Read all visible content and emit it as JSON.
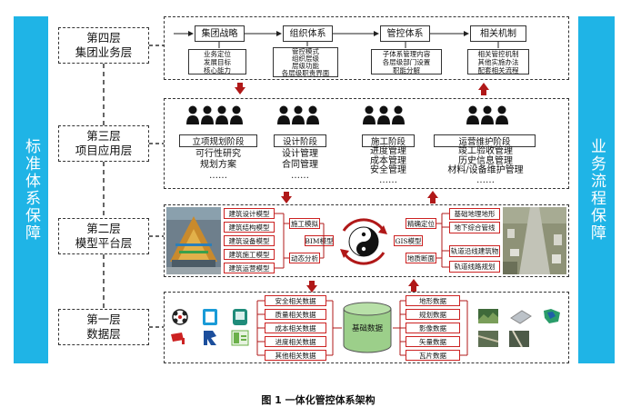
{
  "side_left": "标准体系保障",
  "side_right": "业务流程保障",
  "layers": {
    "l4": [
      "第四层",
      "集团业务层"
    ],
    "l3": [
      "第三层",
      "项目应用层"
    ],
    "l2": [
      "第二层",
      "模型平台层"
    ],
    "l1": [
      "第一层",
      "数据层"
    ]
  },
  "l4_boxes": [
    {
      "title": "集团战略",
      "items": [
        "业务定位",
        "发展目标",
        "核心能力"
      ]
    },
    {
      "title": "组织体系",
      "items": [
        "管控模式",
        "组织层级",
        "层级功能",
        "各层级职责界面"
      ]
    },
    {
      "title": "管控体系",
      "items": [
        "子体系管理内容",
        "各层级部门设置",
        "职能分解"
      ]
    },
    {
      "title": "相关机制",
      "items": [
        "相关管控机制",
        "其他实施办法",
        "配套相关流程"
      ]
    }
  ],
  "l3_phases": [
    {
      "title": "立项规划阶段",
      "items": [
        "可行性研究",
        "规划方案",
        "……"
      ]
    },
    {
      "title": "设计阶段",
      "items": [
        "设计管理",
        "合同管理",
        "……"
      ]
    },
    {
      "title": "施工阶段",
      "items": [
        "进度管理",
        "成本管理",
        "安全管理",
        "……"
      ]
    },
    {
      "title": "运营维护阶段",
      "items": [
        "竣工验收管理",
        "历史信息管理",
        "材料/设备维护管理",
        "……"
      ]
    }
  ],
  "l2_models": [
    "建筑设计模型",
    "建筑结构模型",
    "建筑设备模型",
    "建筑施工模型",
    "建筑运营模型"
  ],
  "l2_bim_funcs": [
    "施工模拟",
    "动态分析"
  ],
  "l2_bim": "BIM模型",
  "l2_gis": "GIS模型",
  "l2_gis_funcs": [
    "精确定位",
    "地质断面"
  ],
  "l2_gis_models": [
    "基础地理地形",
    "地下综合管线",
    "轨道沿线建筑物",
    "轨道线路规划"
  ],
  "l1_left": [
    "安全相关数据",
    "质量相关数据",
    "成本相关数据",
    "进度相关数据",
    "其他相关数据"
  ],
  "l1_center": "基础数据",
  "l1_right": [
    "地形数据",
    "规划数据",
    "影像数据",
    "矢量数据",
    "瓦片数据"
  ],
  "caption": "图 1 一体化管控体系架构"
}
